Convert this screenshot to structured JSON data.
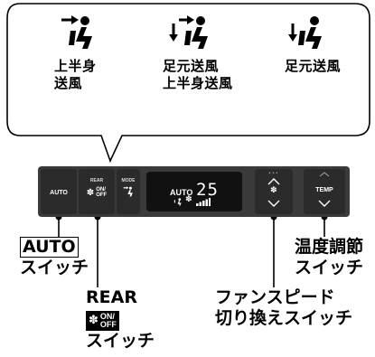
{
  "modes": [
    {
      "label_line1": "上半身",
      "label_line2": "送風"
    },
    {
      "label_line1": "足元送風",
      "label_line2": "上半身送風"
    },
    {
      "label_line1": "足元送風",
      "label_line2": ""
    }
  ],
  "panel": {
    "auto_button": "AUTO",
    "rear_top": "REAR",
    "rear_on": "ON/",
    "rear_off": "OFF",
    "mode_top": "MODE",
    "display_auto": "AUTO",
    "display_temp": "25",
    "temp_button": "TEMP"
  },
  "callouts": {
    "auto_label": "AUTO",
    "auto_switch": "スイッチ",
    "rear_label": "REAR",
    "rear_on": "ON/",
    "rear_off": "OFF",
    "rear_switch": "スイッチ",
    "fan_line1": "ファンスピード",
    "fan_line2": "切り換えスイッチ",
    "temp_line1": "温度調節",
    "temp_line2": "スイッチ"
  },
  "colors": {
    "panel": "#3a3a3a",
    "button": "#2b2b2b",
    "display": "#111111",
    "bubble_border": "#000000"
  }
}
